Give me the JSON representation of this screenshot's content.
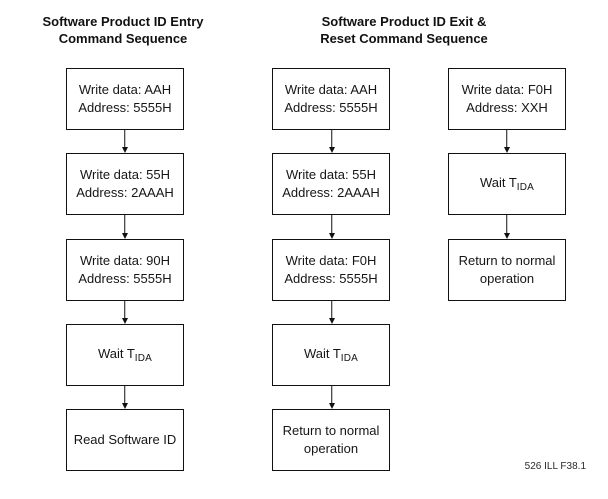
{
  "titles": {
    "entry": {
      "line1": "Software Product ID Entry",
      "line2": "Command Sequence"
    },
    "exit": {
      "line1": "Software Product ID Exit &",
      "line2": "Reset Command Sequence"
    }
  },
  "columns": [
    {
      "id": "entry-sequence",
      "boxes": [
        {
          "line1": "Write data: AAH",
          "line2": "Address: 5555H"
        },
        {
          "line1": "Write data: 55H",
          "line2": "Address: 2AAAH"
        },
        {
          "line1": "Write data: 90H",
          "line2": "Address: 5555H"
        },
        {
          "wait_text": "Wait T",
          "wait_sub": "IDA"
        },
        {
          "line1": "Read Software ID"
        }
      ]
    },
    {
      "id": "exit-reset-sequence-main",
      "boxes": [
        {
          "line1": "Write data: AAH",
          "line2": "Address: 5555H"
        },
        {
          "line1": "Write data: 55H",
          "line2": "Address: 2AAAH"
        },
        {
          "line1": "Write data: F0H",
          "line2": "Address: 5555H"
        },
        {
          "wait_text": "Wait T",
          "wait_sub": "IDA"
        },
        {
          "line1": "Return to normal",
          "line2": "operation"
        }
      ]
    },
    {
      "id": "exit-reset-sequence-short",
      "boxes": [
        {
          "line1": "Write data: F0H",
          "line2": "Address: XXH"
        },
        {
          "wait_text": "Wait T",
          "wait_sub": "IDA"
        },
        {
          "line1": "Return to normal",
          "line2": "operation"
        }
      ]
    }
  ],
  "footer": "526 ILL F38.1",
  "colors": {
    "line": "#111111",
    "text": "#161616",
    "background": "#ffffff"
  }
}
